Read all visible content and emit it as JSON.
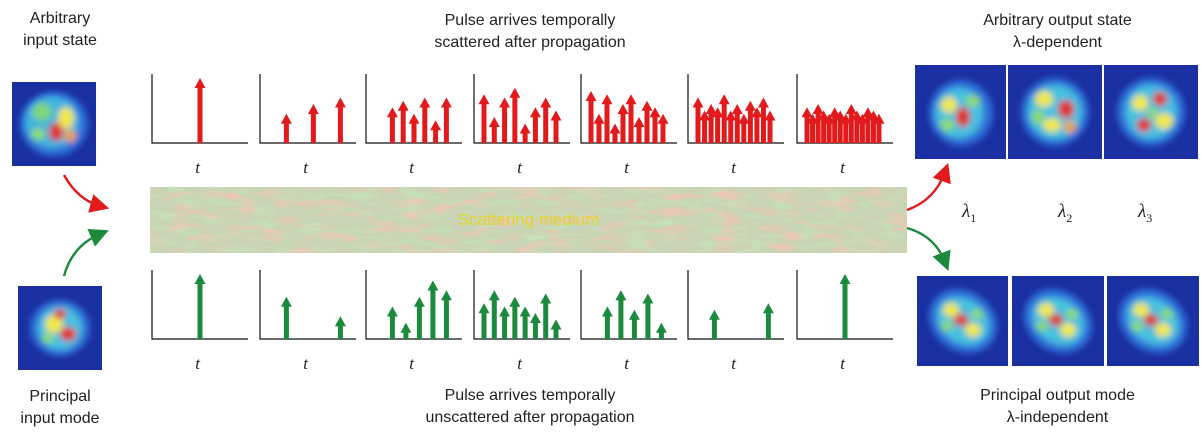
{
  "labels": {
    "input_top": [
      "Arbitrary",
      "input state"
    ],
    "input_bottom": [
      "Principal",
      "input mode"
    ],
    "pulse_top": [
      "Pulse arrives temporally",
      "scattered after propagation"
    ],
    "pulse_bottom": [
      "Pulse arrives temporally",
      "unscattered after propagation"
    ],
    "output_top": [
      "Arbitrary output state",
      "λ-dependent"
    ],
    "output_bottom": [
      "Principal output mode",
      "λ-independent"
    ],
    "medium": "Scattering medium",
    "time_axis": "t",
    "lambda_symbol": "λ",
    "lambdas": [
      "1",
      "2",
      "3"
    ]
  },
  "colors": {
    "scattered": "#e31a1c",
    "unscattered": "#1b8a3c",
    "medium_green": "#9ccc8a",
    "medium_red": "#e8907a",
    "mode_background": "#1a2fa0",
    "medium_text": "#e2d42a"
  },
  "pulse_trains": {
    "scattered": [
      [
        1.0
      ],
      [
        0.45,
        0.6,
        0.7
      ],
      [
        0.55,
        0.65,
        0.45,
        0.7,
        0.35,
        0.7
      ],
      [
        0.75,
        0.4,
        0.7,
        0.85,
        0.3,
        0.55,
        0.7,
        0.5
      ],
      [
        0.8,
        0.45,
        0.75,
        0.3,
        0.6,
        0.75,
        0.4,
        0.65,
        0.55,
        0.45
      ],
      [
        0.7,
        0.5,
        0.6,
        0.55,
        0.75,
        0.5,
        0.6,
        0.45,
        0.65,
        0.55,
        0.7,
        0.5
      ],
      [
        0.55,
        0.45,
        0.6,
        0.5,
        0.45,
        0.55,
        0.5,
        0.45,
        0.6,
        0.5,
        0.45,
        0.55,
        0.5,
        0.45
      ]
    ],
    "unscattered": [
      [
        1.0
      ],
      [
        0.65,
        0.35
      ],
      [
        0.5,
        0.25,
        0.65,
        0.9,
        0.75
      ],
      [
        0.55,
        0.75,
        0.5,
        0.65,
        0.5,
        0.4,
        0.7,
        0.3
      ],
      [
        0.5,
        0.75,
        0.45,
        0.7,
        0.25
      ],
      [
        0.45,
        0.55
      ],
      [
        1.0
      ]
    ]
  }
}
